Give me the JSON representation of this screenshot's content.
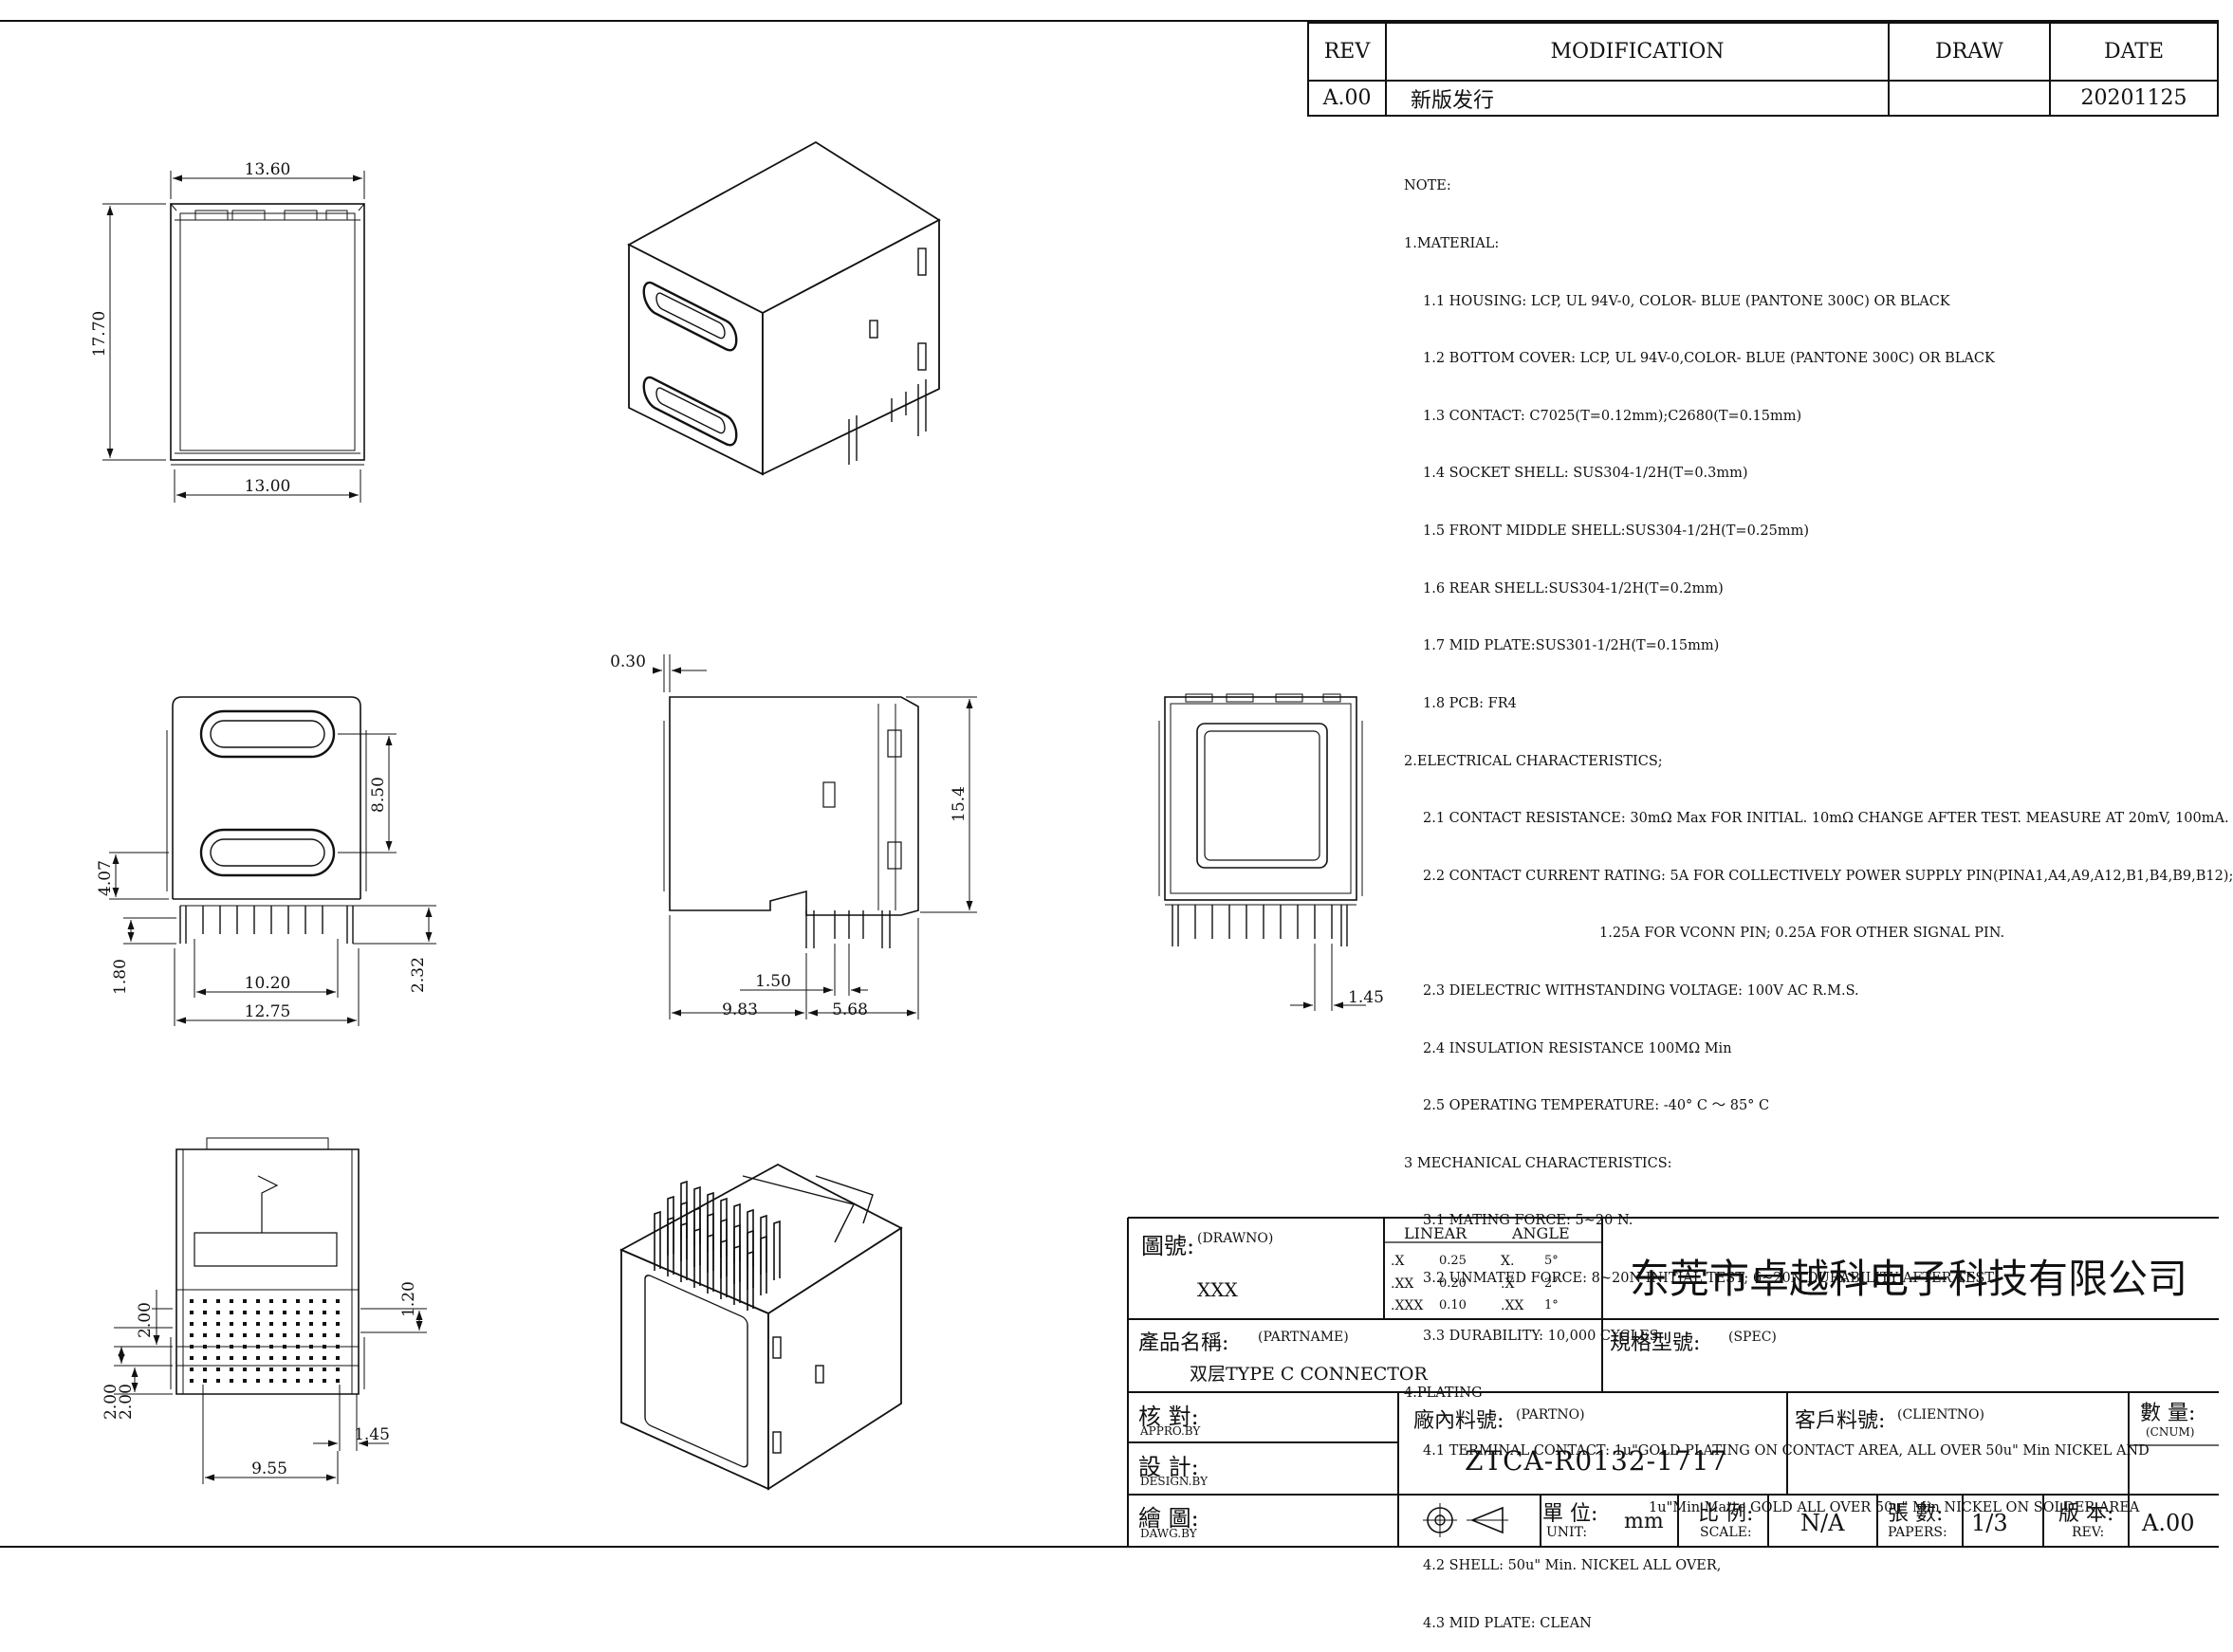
{
  "revision_table": {
    "headers": {
      "rev": "REV",
      "modification": "MODIFICATION",
      "draw": "DRAW",
      "date": "DATE"
    },
    "rows": [
      {
        "rev": "A.00",
        "modification": "新版发行",
        "draw": "",
        "date": "20201125"
      }
    ]
  },
  "notes": [
    "NOTE:",
    "1.MATERIAL:",
    "1.1 HOUSING: LCP, UL 94V-0, COLOR- BLUE (PANTONE 300C) OR BLACK",
    "1.2 BOTTOM COVER: LCP, UL 94V-0,COLOR- BLUE (PANTONE 300C) OR BLACK",
    "1.3 CONTACT: C7025(T=0.12mm);C2680(T=0.15mm)",
    "1.4 SOCKET SHELL: SUS304-1/2H(T=0.3mm)",
    "1.5 FRONT MIDDLE SHELL:SUS304-1/2H(T=0.25mm)",
    "1.6 REAR SHELL:SUS304-1/2H(T=0.2mm)",
    "1.7 MID PLATE:SUS301-1/2H(T=0.15mm)",
    "1.8 PCB: FR4",
    "2.ELECTRICAL CHARACTERISTICS;",
    "2.1 CONTACT RESISTANCE: 30mΩ Max FOR INITIAL. 10mΩ CHANGE AFTER TEST. MEASURE AT 20mV, 100mA.",
    "2.2 CONTACT CURRENT RATING: 5A FOR COLLECTIVELY POWER SUPPLY PIN(PINA1,A4,A9,A12,B1,B4,B9,B12);",
    "1.25A FOR VCONN PIN; 0.25A FOR OTHER SIGNAL PIN.",
    "2.3 DIELECTRIC WITHSTANDING VOLTAGE: 100V AC R.M.S.",
    "2.4 INSULATION RESISTANCE 100MΩ Min",
    "2.5 OPERATING TEMPERATURE: -40° C ～ 85° C",
    "3 MECHANICAL CHARACTERISTICS:",
    "3.1 MATING FORCE: 5~20 N.",
    "3.2 UNMATED FORCE: 8~20N INITIAL TEST; 6~20N DURABILITY AFTER TEST",
    "3.3 DURABILITY: 10,000 CYCLES",
    "4.PLATING",
    "4.1 TERMINAL CONTACT: 1u\"GOLD PLATING ON CONTACT AREA, ALL OVER 50u\" Min NICKEL AND",
    "1u\"Min Matte GOLD ALL OVER 50u\" Min NICKEL ON SOLDER AREA",
    "4.2 SHELL: 50u\" Min. NICKEL ALL OVER,",
    "4.3 MID PLATE: CLEAN"
  ],
  "dimensions": {
    "top_width": "13.60",
    "top_height": "17.70",
    "top_bottom_width": "13.00",
    "front_port_pitch": "8.50",
    "front_port_offset": "4.07",
    "front_pin_length": "1.80",
    "front_pin_span": "10.20",
    "front_overall": "12.75",
    "front_standoff": "2.32",
    "side_shell_offset": "0.30",
    "side_height": "15.4",
    "side_pin_gap": "1.50",
    "side_front": "9.83",
    "side_rear": "5.68",
    "rear_pin_pitch": "1.45",
    "bottom_row_a": "2.00",
    "bottom_row_b": "2.00",
    "bottom_row_c": "2.00",
    "bottom_row_d": "1.20",
    "bottom_pitch": "1.45",
    "bottom_span": "9.55"
  },
  "title_block": {
    "drawno_label_cn": "圖號:",
    "drawno_label_en": "(DRAWNO)",
    "drawno_value": "XXX",
    "tolerance": {
      "linear_header": "LINEAR",
      "angle_header": "ANGLE",
      "rows": [
        {
          "lin_key": ".X",
          "lin_val": "0.25",
          "ang_key": "X.",
          "ang_val": "5°"
        },
        {
          "lin_key": ".XX",
          "lin_val": "0.20",
          "ang_key": ".X",
          "ang_val": "2°"
        },
        {
          "lin_key": ".XXX",
          "lin_val": "0.10",
          "ang_key": ".XX",
          "ang_val": "1°"
        }
      ]
    },
    "company": "东莞市卓越科电子科技有限公司",
    "partname_label_cn": "產品名稱:",
    "partname_label_en": "(PARTNAME)",
    "partname_value": "双层TYPE C  CONNECTOR",
    "spec_label_cn": "規格型號:",
    "spec_label_en": "(SPEC)",
    "appro_cn": "核  對:",
    "appro_en": "APPRO.BY",
    "design_cn": "設  計:",
    "design_en": "DESIGN.BY",
    "dawg_cn": "繪  圖:",
    "dawg_en": "DAWG.BY",
    "partno_label_cn": "廠內料號:",
    "partno_label_en": "(PARTNO)",
    "partno_value": "ZTCA-R0132-1717",
    "clientno_label_cn": "客戶料號:",
    "clientno_label_en": "(CLIENTNO)",
    "cnum_cn": "數  量:",
    "cnum_en": "(CNUM)",
    "unit_cn": "單  位:",
    "unit_en": "UNIT:",
    "unit_value": "mm",
    "scale_cn": "比  例:",
    "scale_en": "SCALE:",
    "scale_value": "N/A",
    "papers_cn": "張  數:",
    "papers_en": "PAPERS:",
    "papers_value": "1/3",
    "rev_cn": "版  本:",
    "rev_en": "REV:",
    "rev_value": "A.00"
  }
}
